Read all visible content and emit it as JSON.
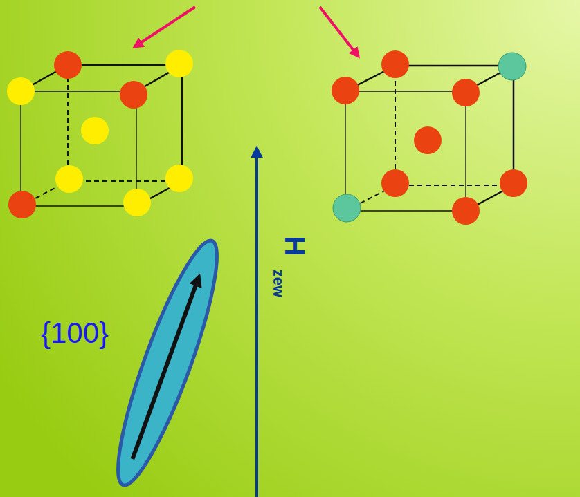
{
  "diagram": {
    "labels": [
      "{100}",
      "H",
      "zew"
    ]
  }
}
